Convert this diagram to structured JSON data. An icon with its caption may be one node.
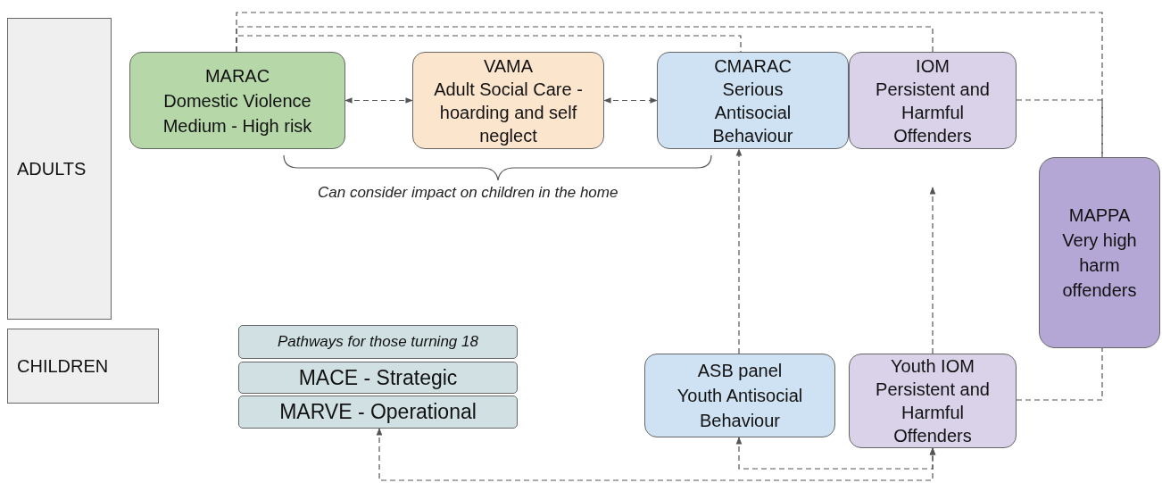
{
  "diagram": {
    "nodes": [
      {
        "text": [
          "ADULTS"
        ]
      },
      {
        "text": [
          "CHILDREN"
        ]
      },
      {
        "text": [
          "MARAC",
          "Domestic Violence Medium - High risk"
        ]
      },
      {
        "text": [
          "VAMA",
          "Adult Social Care - hoarding and self neglect"
        ]
      },
      {
        "text": [
          "CMARAC",
          "Serious Antisocial Behaviour"
        ]
      },
      {
        "text": [
          "IOM",
          "Persistent and Harmful Offenders"
        ]
      },
      {
        "text": [
          "MAPPA",
          "Very high harm offenders"
        ]
      },
      {
        "text": [
          "Pathways for those turning 18"
        ]
      },
      {
        "text": [
          "MACE - Strategic"
        ]
      },
      {
        "text": [
          "MARVE - Operational"
        ]
      },
      {
        "text": [
          "ASB panel",
          "Youth Antisocial Behaviour"
        ]
      },
      {
        "text": [
          "Youth IOM",
          "Persistent and Harmful Offenders"
        ]
      }
    ],
    "edges": [
      {
        "from": 2,
        "to": 3,
        "arrow": "both",
        "style": "dashed"
      },
      {
        "from": 3,
        "to": 4,
        "arrow": "both",
        "style": "dashed"
      },
      {
        "from": 2,
        "to": 6,
        "arrow": "none",
        "style": "dashed"
      },
      {
        "from": 2,
        "to": 5,
        "arrow": "none",
        "style": "dashed"
      },
      {
        "from": 2,
        "to": 4,
        "arrow": "none",
        "style": "dashed"
      },
      {
        "from": 5,
        "to": 6,
        "arrow": "none",
        "style": "dashed"
      },
      {
        "from": 11,
        "to": 6,
        "arrow": "none",
        "style": "dashed"
      },
      {
        "from": 10,
        "to": 4,
        "arrow": "to",
        "style": "dashed"
      },
      {
        "from": 11,
        "to": null,
        "arrow": "to",
        "style": "dashed"
      },
      {
        "from": 10,
        "to": 11,
        "arrow": "both",
        "style": "dashed"
      },
      {
        "from": 9,
        "to": 11,
        "arrow": "both",
        "style": "dashed"
      }
    ],
    "labels": [
      "Can consider impact on children in the home"
    ]
  }
}
